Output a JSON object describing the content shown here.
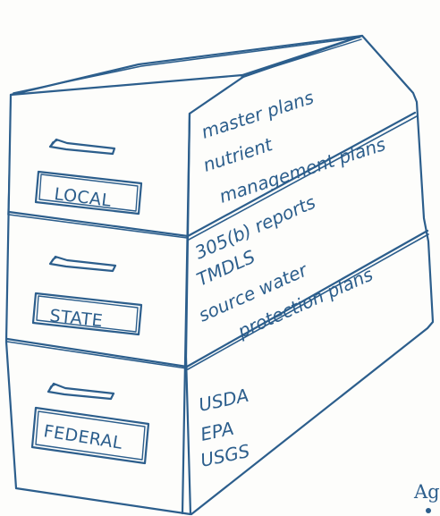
{
  "drawers": [
    {
      "label": "LOCAL",
      "items": [
        "master plans",
        "nutrient",
        "management plans"
      ]
    },
    {
      "label": "STATE",
      "items": [
        "305(b) reports",
        "TMDLS",
        "source water",
        "protection plans"
      ]
    },
    {
      "label": "FEDERAL",
      "items": [
        "USDA",
        "EPA",
        "USGS"
      ]
    }
  ],
  "corner_text": "Ag",
  "colors": {
    "ink": "#2c5e8c",
    "paper": "#fdfdfb"
  }
}
